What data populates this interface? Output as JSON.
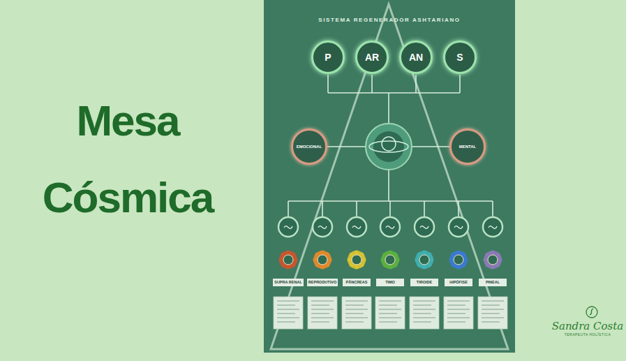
{
  "diagram": {
    "title": "Mesa Cósmica",
    "nodes": [
      {
        "text": [
          "SISTEMA REGENERADOR ASHTARIANO"
        ]
      },
      {
        "text": [
          "P"
        ],
        "in": 0
      },
      {
        "text": [
          "AR"
        ],
        "in": 0
      },
      {
        "text": [
          "AN"
        ],
        "in": 0
      },
      {
        "text": [
          "S"
        ],
        "in": 0
      },
      {
        "text": [
          "EMOCIONAL"
        ],
        "in": 0
      },
      {
        "text": [
          "MENTAL"
        ],
        "in": 0
      },
      {
        "text": [
          "SUPRA RENAL"
        ],
        "in": 0
      },
      {
        "text": [
          "REPRODUTIVO"
        ],
        "in": 0
      },
      {
        "text": [
          "PÂNCREAS"
        ],
        "in": 0
      },
      {
        "text": [
          "TIMO"
        ],
        "in": 0
      },
      {
        "text": [
          "TIROIDE"
        ],
        "in": 0
      },
      {
        "text": [
          "HIPÓFISE"
        ],
        "in": 0
      },
      {
        "text": [
          "PINEAL"
        ],
        "in": 0
      }
    ],
    "labels": [
      "Sandra Costa",
      "TERAPEUTA HOLÍSTICA"
    ]
  }
}
